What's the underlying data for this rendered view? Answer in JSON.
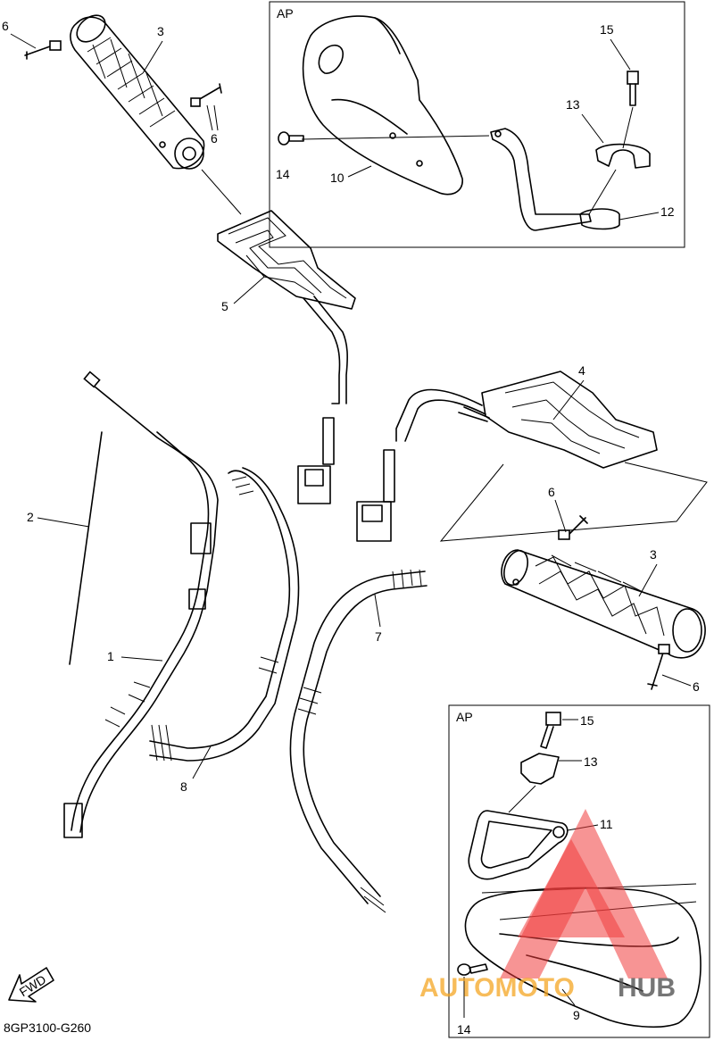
{
  "diagram": {
    "code": "8GP3100-G260",
    "fwd_label": "FWD",
    "inset_label": "AP",
    "callouts": [
      "1",
      "2",
      "3",
      "4",
      "5",
      "6",
      "7",
      "8",
      "9",
      "10",
      "11",
      "12",
      "13",
      "14",
      "15"
    ]
  },
  "watermark": {
    "text_a": "AUTOMOTO",
    "text_b": "HUB"
  }
}
